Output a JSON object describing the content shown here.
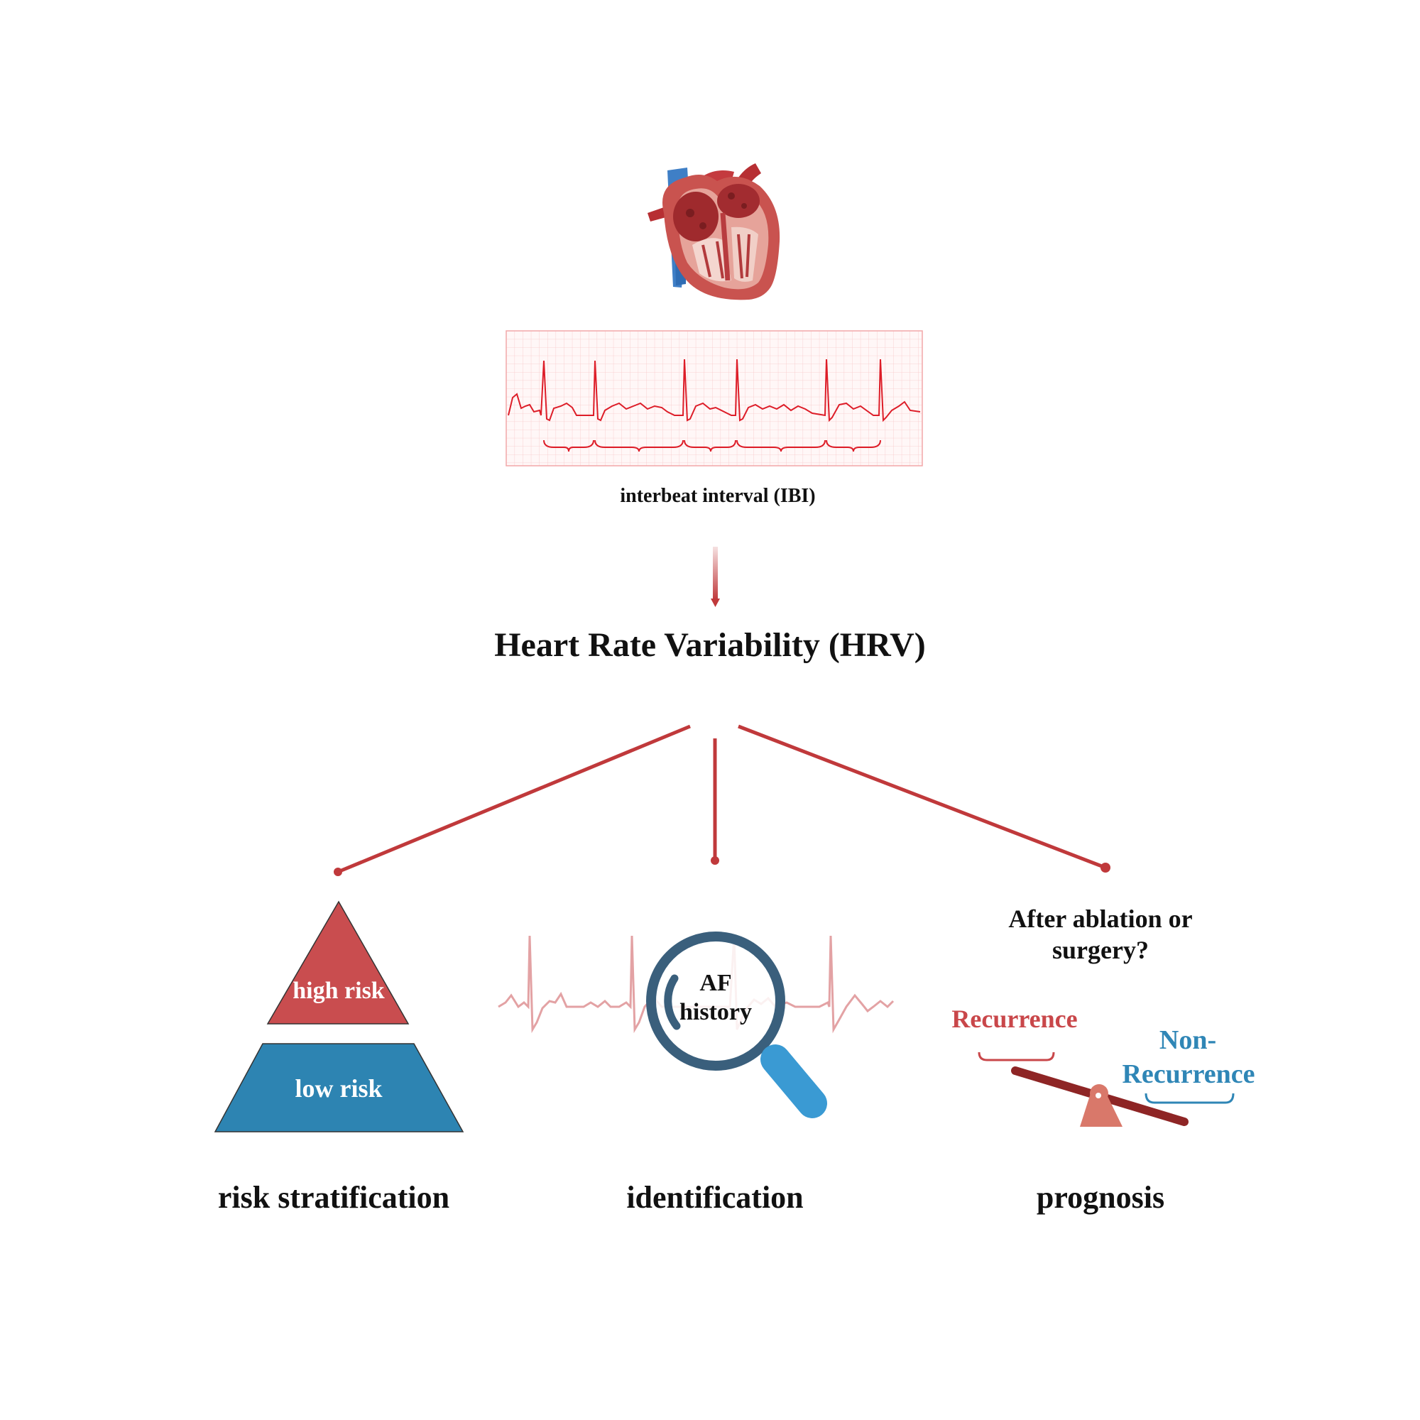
{
  "ibi_label": "interbeat interval (IBI)",
  "hrv_title": "Heart Rate Variability (HRV)",
  "risk": {
    "high_label": "high risk",
    "low_label": "low risk",
    "caption": "risk stratification"
  },
  "identification": {
    "line1": "AF",
    "line2": "history",
    "caption": "identification"
  },
  "prognosis": {
    "question_line1": "After ablation or",
    "question_line2": "surgery?",
    "recurrence_label": "Recurrence",
    "non_recurrence_line1": "Non-",
    "non_recurrence_line2": "Recurrence",
    "caption": "prognosis"
  },
  "colors": {
    "accent_red": "#c0393b",
    "tri_red": "#c94d4f",
    "trap_blue": "#2d84b2",
    "recurrence_red": "#c9474a",
    "non_recurrence_blue": "#2f86b6",
    "magnifier_ring": "#3a5f7c",
    "magnifier_handle": "#3a9ad3",
    "ecg_red": "#dd1d28",
    "ecg_grid": "#f6b6b8",
    "faint_ecg": "#e3a2a4",
    "seesaw_beam": "#8e2525",
    "seesaw_pivot": "#d9786a"
  },
  "icons": [
    "heart-anatomy-icon",
    "magnifier-icon",
    "seesaw-icon"
  ]
}
